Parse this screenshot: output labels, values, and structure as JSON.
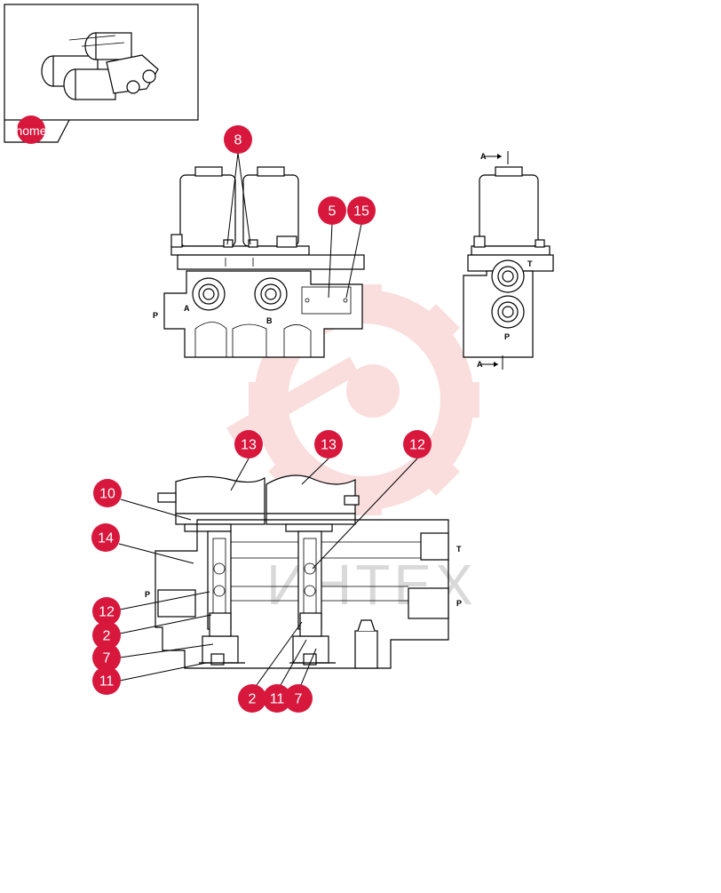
{
  "nav": {
    "home_label": "home"
  },
  "watermark": {
    "text": "ИНТЕХ",
    "color": "#f5b5b5"
  },
  "accent_color": "#d8173c",
  "callouts": [
    "8",
    "5",
    "15",
    "13",
    "13",
    "12",
    "10",
    "14",
    "12",
    "2",
    "7",
    "11",
    "2",
    "11",
    "7"
  ],
  "port_labels": {
    "p_front": "P",
    "a_front": "A",
    "b_front": "B",
    "a_side_top": "A",
    "t_side": "T",
    "p_side": "P",
    "a_side_bottom": "A",
    "t_section": "T",
    "p_section_right": "P",
    "p_section_left": "P"
  }
}
